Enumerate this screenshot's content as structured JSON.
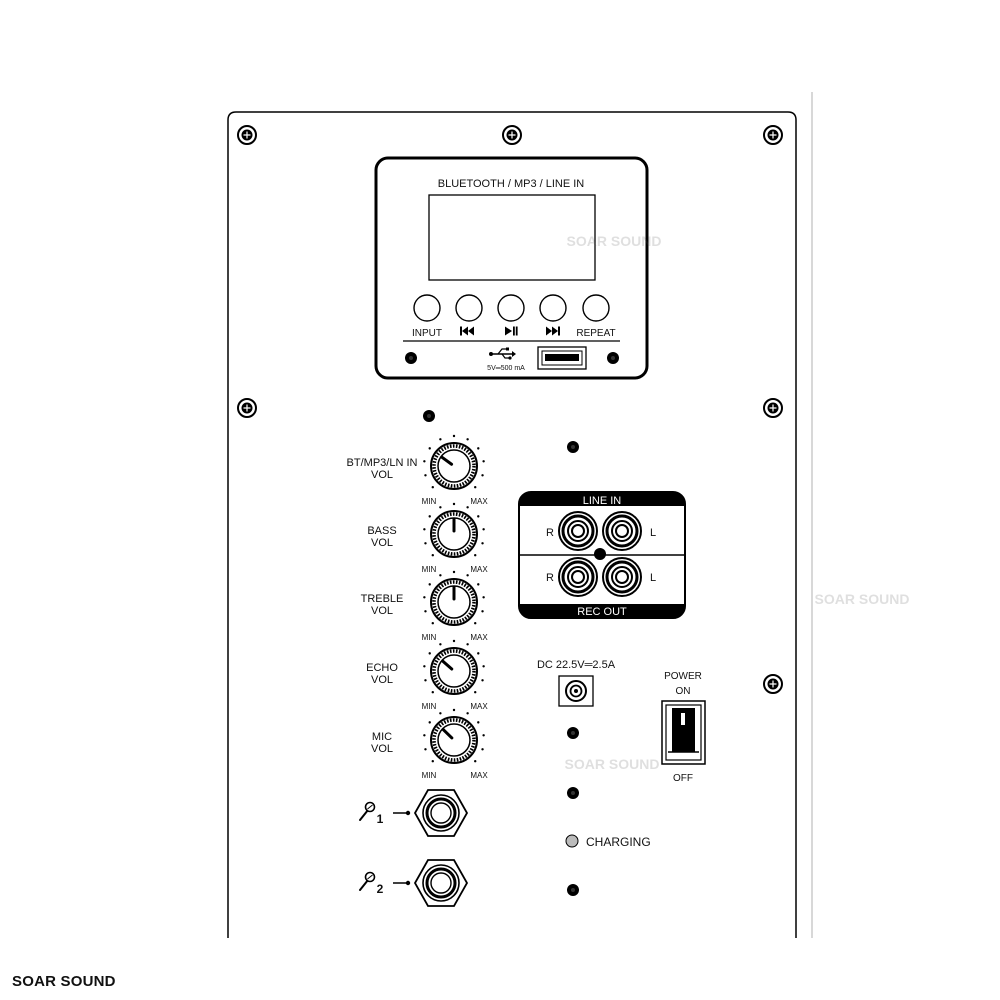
{
  "module": {
    "title": "BLUETOOTH / MP3 / LINE IN",
    "buttons": [
      {
        "label": "INPUT",
        "glyph": ""
      },
      {
        "label": "",
        "glyph": "prev-icon"
      },
      {
        "label": "",
        "glyph": "play-pause-icon"
      },
      {
        "label": "",
        "glyph": "next-icon"
      },
      {
        "label": "REPEAT",
        "glyph": ""
      }
    ],
    "usb_rating": "5V═500 mA"
  },
  "knobs": [
    {
      "line1": "BT/MP3/LN IN",
      "line2": "VOL",
      "level": 0.3
    },
    {
      "line1": "BASS",
      "line2": "VOL",
      "level": 0.5
    },
    {
      "line1": "TREBLE",
      "line2": "VOL",
      "level": 0.5
    },
    {
      "line1": "ECHO",
      "line2": "VOL",
      "level": 0.32
    },
    {
      "line1": "MIC",
      "line2": "VOL",
      "level": 0.33
    }
  ],
  "knob_scale": {
    "min": "MIN",
    "max": "MAX"
  },
  "rca": {
    "top_label": "LINE IN",
    "bottom_label": "REC OUT",
    "right": "R",
    "left": "L"
  },
  "dc_label": "DC 22.5V═2.5A",
  "power": {
    "title": "POWER",
    "on": "ON",
    "off": "OFF"
  },
  "charging": "CHARGING",
  "mic_inputs": [
    "1",
    "2"
  ],
  "watermark": "SOAR SOUND",
  "brand": "SOAR SOUND"
}
